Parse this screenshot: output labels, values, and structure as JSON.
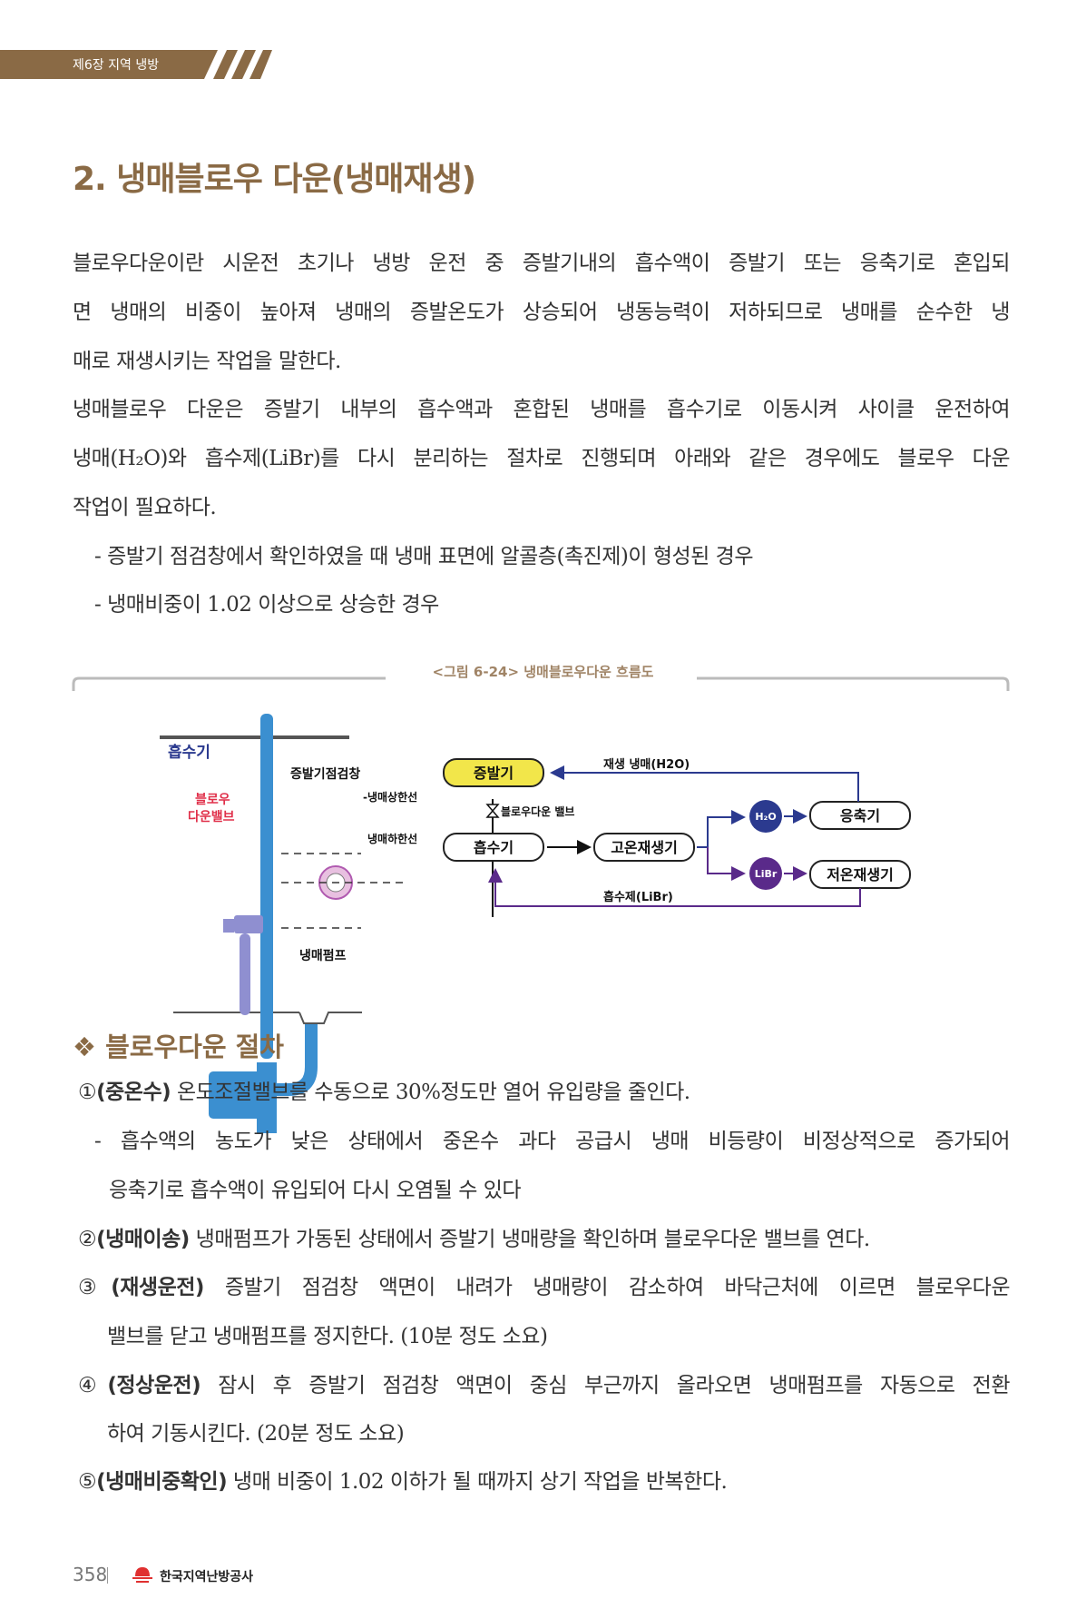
{
  "header": {
    "chapter": "제6장 지역 냉방"
  },
  "title": "2. 냉매블로우 다운(냉매재생)",
  "body": [
    "블로우다운이란 시운전 초기나 냉방 운전 중 증발기내의 흡수액이 증발기 또는 응축기로 혼입되",
    "면 냉매의 비중이 높아져 냉매의 증발온도가 상승되어 냉동능력이 저하되므로 냉매를 순수한 냉",
    "매로 재생시키는 작업을 말한다.",
    "냉매블로우 다운은 증발기 내부의 흡수액과 혼합된 냉매를 흡수기로 이동시켜 사이클 운전하여",
    "냉매(H₂O)와 흡수제(LiBr)를 다시 분리하는 절차로 진행되며 아래와 같은 경우에도 블로우 다운",
    "작업이 필요하다.",
    "- 증발기 점검창에서 확인하였을 때 냉매 표면에 알콜층(촉진제)이 형성된 경우",
    "- 냉매비중이 1.02 이상으로 상승한 경우"
  ],
  "figure": {
    "caption": "<그림 6-24> 냉매블로우다운 흐름도",
    "labels": {
      "absorber_left": "흡수기",
      "blowdown_valve_left_1": "블로우",
      "blowdown_valve_left_2": "다운밸브",
      "sight_glass": "증발기점검창",
      "upper_line": "-냉매상한선",
      "lower_line": "냉매하한선",
      "pump": "냉매펌프",
      "evaporator": "증발기",
      "blowdown_valve": "블로우다운 밸브",
      "absorber": "흡수기",
      "hot_regen": "고온재생기",
      "h2o": "H₂O",
      "libr": "LiBr",
      "condenser": "응축기",
      "cold_regen": "저온재생기",
      "regen_refrigerant": "재생 냉매(H2O)",
      "absorbent": "흡수제(LiBr)"
    },
    "colors": {
      "evaporator": "#f2e64a",
      "pipe": "#3b8fd0",
      "h2o": "#2b3a8f",
      "libr": "#5a2a8a",
      "valve_label": "#e0304a"
    }
  },
  "section": {
    "heading": "❖ 블로우다운 절차"
  },
  "steps": [
    {
      "num": "①",
      "bold": "(중온수)",
      "text": " 온도조절밸브를 수동으로 30%정도만 열어 유입량을 줄인다."
    },
    {
      "text": "- 흡수액의 농도가 낮은 상태에서 중온수 과다 공급시 냉매 비등량이 비정상적으로 증가되어"
    },
    {
      "text": "응축기로 흡수액이 유입되어 다시 오염될 수 있다"
    },
    {
      "num": "②",
      "bold": "(냉매이송)",
      "text": " 냉매펌프가 가동된 상태에서 증발기 냉매량을 확인하며 블로우다운 밸브를 연다."
    },
    {
      "num": "③",
      "bold": "(재생운전)",
      "text": " 증발기 점검창 액면이 내려가 냉매량이 감소하여 바닥근처에 이르면 블로우다운"
    },
    {
      "text": "밸브를 닫고 냉매펌프를 정지한다. (10분 정도 소요)"
    },
    {
      "num": "④",
      "bold": "(정상운전)",
      "text": " 잠시 후 증발기 점검창 액면이 중심 부근까지 올라오면 냉매펌프를 자동으로 전환"
    },
    {
      "text": "하여 기동시킨다. (20분 정도 소요)"
    },
    {
      "num": "⑤",
      "bold": "(냉매비중확인)",
      "text": " 냉매 비중이 1.02 이하가 될 때까지 상기 작업을 반복한다."
    }
  ],
  "footer": {
    "page": "358",
    "org": "한국지역난방공사"
  }
}
